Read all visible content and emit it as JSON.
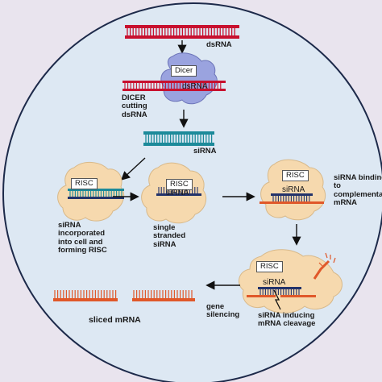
{
  "labels": {
    "dsrna_top": "dsRNA",
    "dicer_tag": "Dicer",
    "dicer_dsrna": "dsRNA",
    "dicer_cutting": "DICER\ncutting\ndsRNA",
    "sirna": "siRNA",
    "risc_1": "RISC",
    "risc_2": "RISC",
    "sirna_2": "siRNA",
    "risc_3": "RISC",
    "sirna_3": "siRNA",
    "risc_4": "RISC",
    "sirna_4": "siRNA",
    "step_incorporated": "siRNA\nincorporated\ninto cell and\nforming RISC",
    "step_single": "single\nstranded\nsiRNA",
    "step_binding": "siRNA binding\nto complementary\nmRNA",
    "step_cleavage": "siRNA inducing\nmRNA cleavage",
    "step_silencing": "gene\nsilencing",
    "sliced": "sliced mRNA"
  },
  "colors": {
    "background": "#e9e4ee",
    "cell_fill": "#dde8f3",
    "cell_border": "#1d2a4a",
    "dsrna_strand": "#c8102e",
    "sirna_teal": "#1c8a9a",
    "sirna_blue": "#23336b",
    "mrna_orange": "#e0582a",
    "dicer_purple": "#9aa3df",
    "risc_beige": "#f6d9ae"
  }
}
